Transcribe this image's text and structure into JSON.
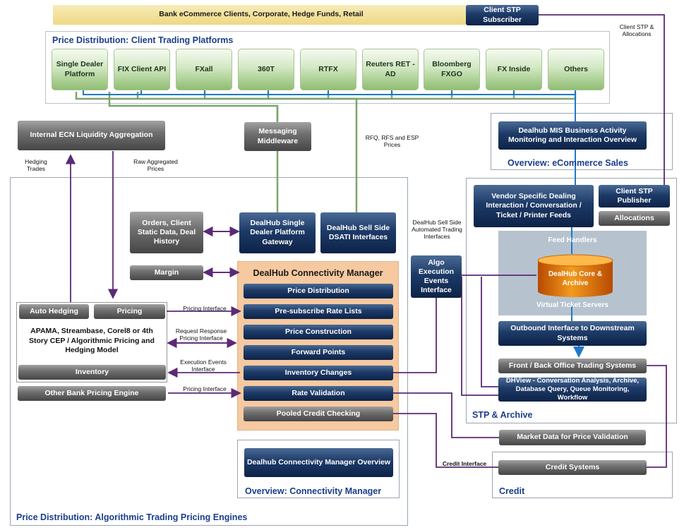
{
  "top_banner": "Bank eCommerce Clients, Corporate, Hedge Funds, Retail",
  "client_stp_subscriber": "Client STP Subscriber",
  "client_stp_allocations_note": "Client STP & Allocations",
  "price_distribution_client": {
    "title": "Price Distribution:  Client Trading Platforms",
    "platforms": [
      "Single Dealer Platform",
      "FIX Client API",
      "FXall",
      "360T",
      "RTFX",
      "Reuters RET -AD",
      "Bloomberg FXGO",
      "FX Inside",
      "Others"
    ]
  },
  "internal_ecn": "Internal ECN Liquidity Aggregation",
  "messaging_middleware": "Messaging Middleware",
  "rfq_note": "RFQ, RFS and ESP Prices",
  "hedging_trades_note": "Hedging Trades",
  "raw_prices_note": "Raw Aggregated Prices",
  "ecommerce_sales": {
    "title": "Overview:  eCommerce Sales",
    "mis": "Dealhub MIS Business Activity Monitoring and Interaction Overview"
  },
  "algo_engines": {
    "title": "Price Distribution:  Algorithmic Trading Pricing Engines",
    "orders_static": "Orders, Client Static Data, Deal History",
    "margin": "Margin",
    "auto_hedging": "Auto Hedging",
    "pricing": "Pricing",
    "cep_text": "APAMA, Streambase, Corel8 or 4th Story CEP / Algorithmic Pricing and Hedging Model",
    "inventory": "Inventory",
    "other_bank": "Other Bank Pricing Engine",
    "sdp_gateway": "DealHub Single Dealer Platform Gateway",
    "dsati": "DealHub Sell Side DSATI Interfaces"
  },
  "connectivity_manager": {
    "title": "DealHub Connectivity Manager",
    "modules": [
      "Price Distribution",
      "Pre-subscribe Rate Lists",
      "Price Construction",
      "Forward Points",
      "Inventory Changes",
      "Rate Validation",
      "Pooled Credit Checking"
    ]
  },
  "connectivity_overview": {
    "title": "Overview:  Connectivity Manager",
    "box": "Dealhub Connectivity Manager Overview"
  },
  "notes": {
    "pricing_interface_1": "Pricing Interface",
    "request_response": "Request Response Pricing Interface",
    "execution_events": "Execution Events Interface",
    "pricing_interface_2": "Pricing Interface",
    "sell_side": "DealHub Sell Side Automated Trading Interfaces",
    "credit_interface": "Credit Interface"
  },
  "algo_execution": "Algo Execution Events Interface",
  "stp_archive": {
    "title": "STP & Archive",
    "vendor": "Vendor Specific Dealing Interaction / Conversation / Ticket / Printer Feeds",
    "client_stp_publisher": "Client STP Publisher",
    "allocations": "Allocations",
    "feed_handlers": "Feed Handlers",
    "core_archive": "DealHub Core & Archive",
    "virtual_ticket": "Virtual Ticket Servers",
    "outbound": "Outbound Interface to Downstream Systems",
    "front_back": "Front / Back Office Trading Systems",
    "dhview": "DHView - Conversation Analysis, Archive, Database Query, Queue Monitoring, Workflow"
  },
  "market_data": "Market Data for Price Validation",
  "credit": {
    "title": "Credit",
    "systems": "Credit Systems"
  },
  "colors": {
    "region_title": "#1a3e8c",
    "connector_green": "#7aa66a",
    "connector_purple": "#5b2a76",
    "connector_blue": "#1f78c8",
    "cm_panel": "#f6c9a0"
  }
}
